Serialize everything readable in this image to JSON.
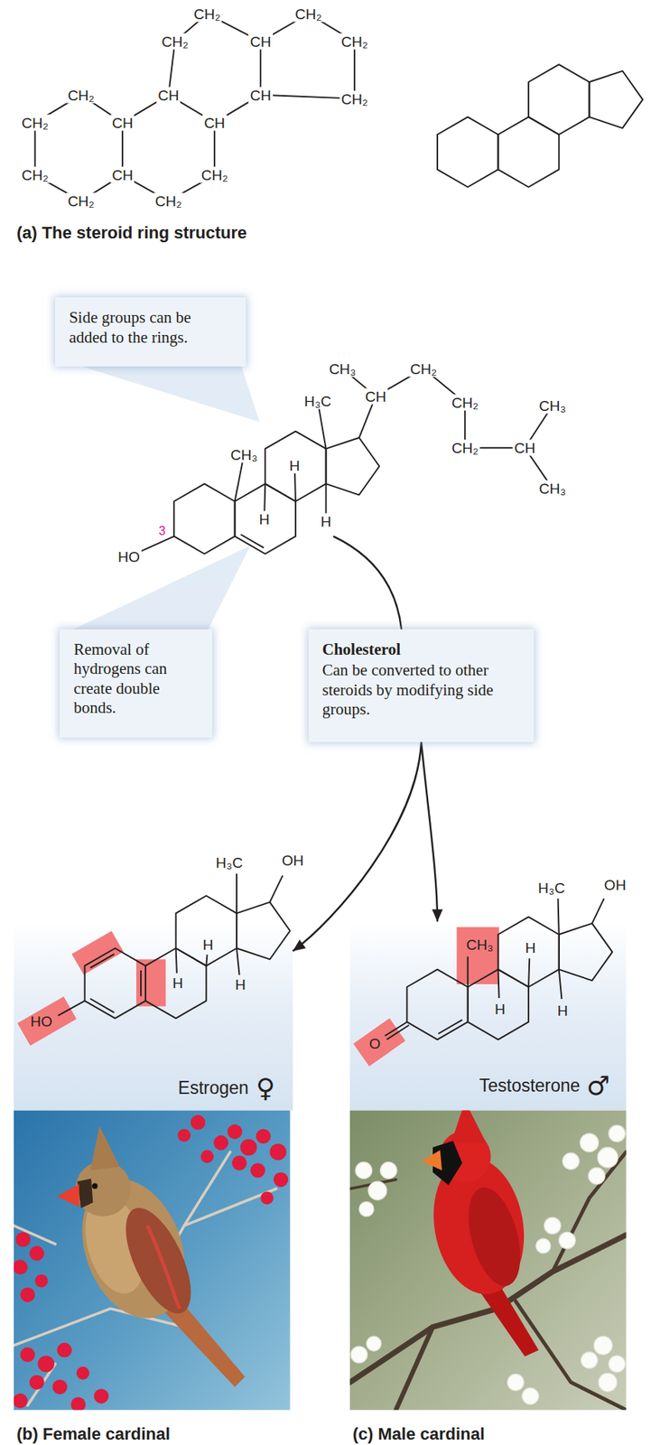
{
  "diagram": {
    "nodes": [
      {
        "text": [
          "Side groups can be added to the rings."
        ]
      },
      {
        "text": [
          "Removal of hydrogens can create double bonds."
        ]
      },
      {
        "text": [
          "Cholesterol",
          "Can be converted to other steroids by modifying side groups."
        ]
      },
      {
        "text": [
          "Estrogen",
          "♀"
        ]
      },
      {
        "text": [
          "Testosterone",
          "♂"
        ]
      }
    ],
    "edges": [
      {
        "from": 2,
        "to": 3,
        "arrow": "to"
      },
      {
        "from": 2,
        "to": 4,
        "arrow": "to"
      }
    ],
    "labels": [
      "CH₂",
      "CH₂",
      "CH₂",
      "CH",
      "CH₂",
      "CH₂",
      "CH",
      "CH",
      "CH₂",
      "CH₂",
      "CH",
      "CH",
      "CH₂",
      "CH",
      "CH₂",
      "CH₂",
      "CH₂",
      "(a) The steroid ring structure",
      "CH₃",
      "CH₂",
      "CH",
      "H₃C",
      "CH₂",
      "CH₃",
      "CH₂",
      "CH",
      "CH₃",
      "H",
      "CH₃",
      "H",
      "H",
      "3",
      "HO",
      "H₃C",
      "OH",
      "H",
      "H",
      "H",
      "HO",
      "H₃C",
      "OH",
      "CH₃",
      "H",
      "H",
      "H",
      "O",
      "(b) Female cardinal",
      "(c) Male cardinal"
    ]
  }
}
